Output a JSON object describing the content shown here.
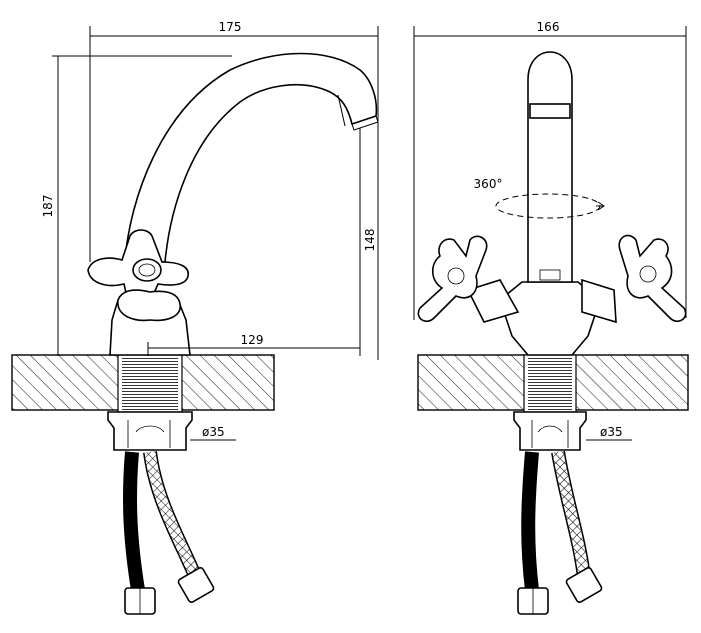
{
  "side_view": {
    "overall_width": "175",
    "overall_height": "187",
    "spout_height": "148",
    "spout_reach": "129",
    "hole_diameter": "ø35"
  },
  "front_view": {
    "overall_width": "166",
    "rotation_label": "360°",
    "hole_diameter": "ø35"
  }
}
